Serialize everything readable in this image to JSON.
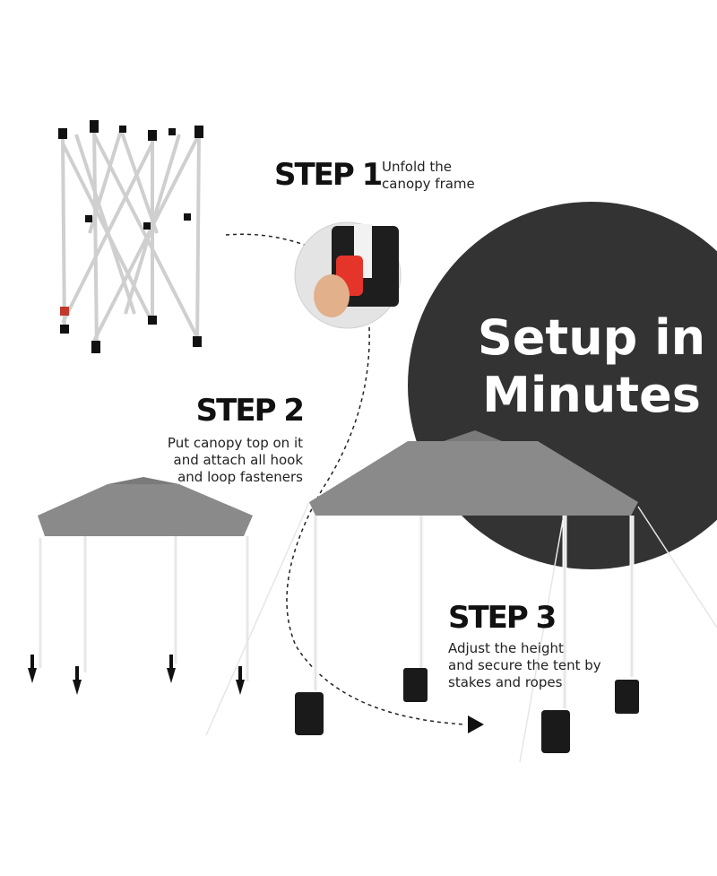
{
  "hero": {
    "line1": "Setup in",
    "line2": "Minutes",
    "circle_color": "#333333"
  },
  "steps": [
    {
      "title": "STEP 1",
      "desc_lines": [
        "Unfold the",
        "canopy frame"
      ]
    },
    {
      "title": "STEP 2",
      "desc_lines": [
        "Put canopy top on it",
        "and attach all hook",
        "and loop fasteners"
      ]
    },
    {
      "title": "STEP 3",
      "desc_lines": [
        "Adjust the height",
        "and secure the tent by",
        "stakes and ropes"
      ]
    }
  ],
  "colors": {
    "canopy": "#8a8a8a",
    "canopy_dark": "#7a7a7a",
    "frame": "#e6e6e6",
    "latch": "#e5352b",
    "text": "#111111"
  },
  "icons": [
    "folded-frame-illustration",
    "latch-detail-icon",
    "canopy-tent-illustration",
    "sandbag-icon",
    "stake-arrow-icon"
  ]
}
